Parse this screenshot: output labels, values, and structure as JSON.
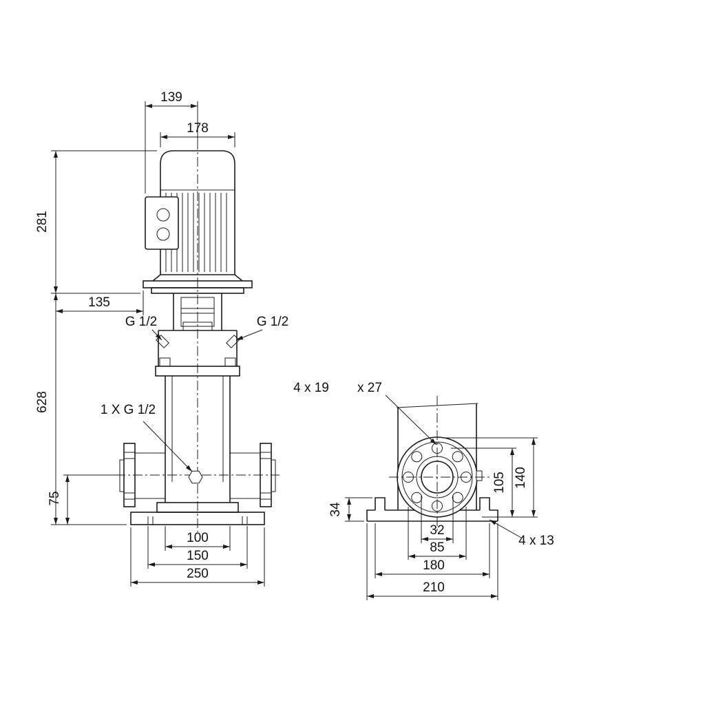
{
  "colors": {
    "line": "#1b1b1b",
    "background": "#ffffff"
  },
  "front_view": {
    "fan_cover_width": "139",
    "motor_width": "178",
    "motor_height": "281",
    "head_offset": "135",
    "pump_height": "628",
    "port_height": "75",
    "port_inner_width": "100",
    "bolt_spacing": "150",
    "base_length": "250",
    "gauge_port_left": "G 1/2",
    "gauge_port_right": "G 1/2",
    "drain_port": "1 X G 1/2"
  },
  "side_view": {
    "flange_holes": "4 x 19",
    "flange_counterbore": "x 27",
    "base_height": "34",
    "flange_mid_height": "105",
    "flange_top_height": "140",
    "bore_diameter": "32",
    "bolt_circle": "85",
    "base_width": "180",
    "base_overall_width": "210",
    "base_holes": "4 x 13"
  }
}
